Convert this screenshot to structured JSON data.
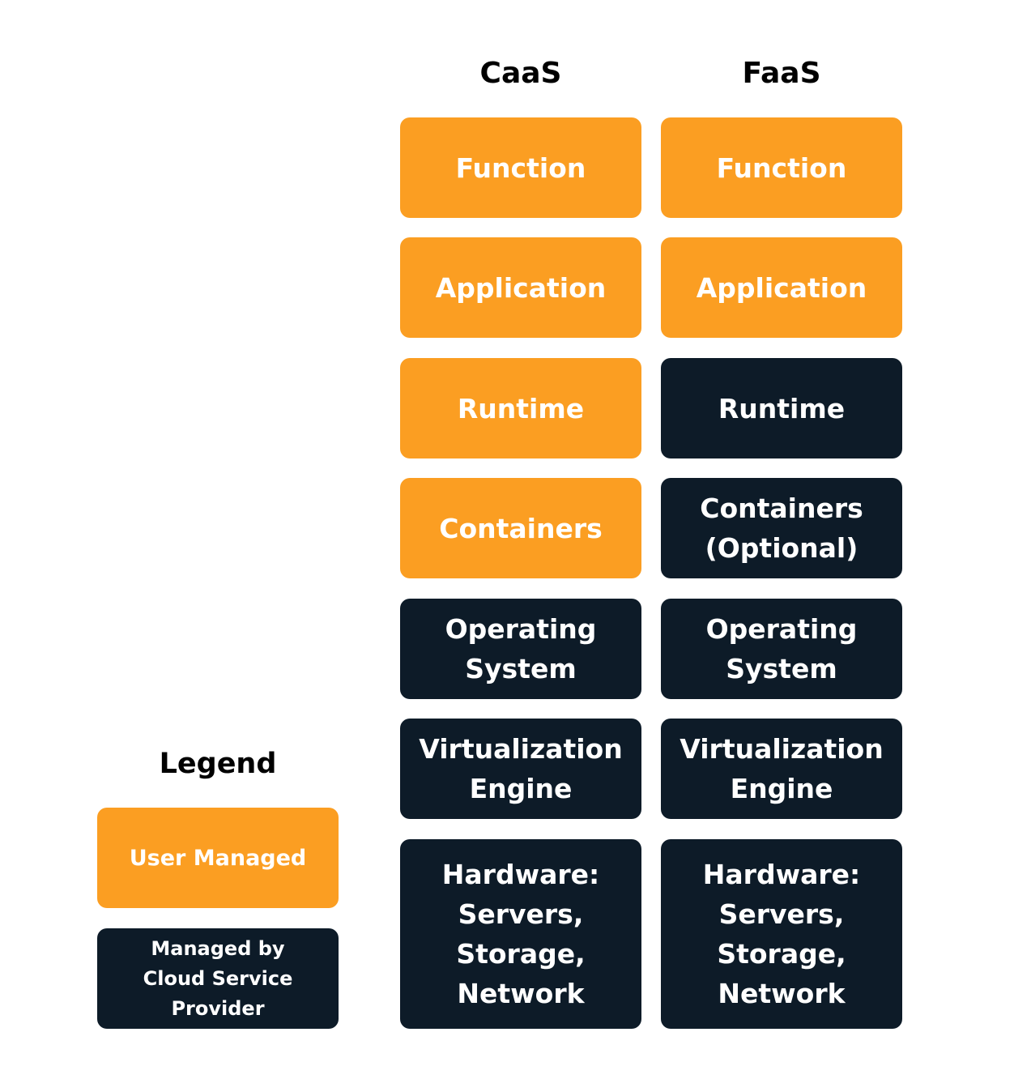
{
  "colors": {
    "user_managed": "#FB9E22",
    "provider_managed": "#0D1B28"
  },
  "columns": [
    {
      "title": "CaaS",
      "layers": [
        {
          "label": "Function",
          "managed_by": "user"
        },
        {
          "label": "Application",
          "managed_by": "user"
        },
        {
          "label": "Runtime",
          "managed_by": "user"
        },
        {
          "label": "Containers",
          "managed_by": "user"
        },
        {
          "label": "Operating\nSystem",
          "managed_by": "provider"
        },
        {
          "label": "Virtualization\nEngine",
          "managed_by": "provider"
        },
        {
          "label": "Hardware:\nServers,\nStorage,\nNetwork",
          "managed_by": "provider"
        }
      ]
    },
    {
      "title": "FaaS",
      "layers": [
        {
          "label": "Function",
          "managed_by": "user"
        },
        {
          "label": "Application",
          "managed_by": "user"
        },
        {
          "label": "Runtime",
          "managed_by": "provider"
        },
        {
          "label": "Containers\n(Optional)",
          "managed_by": "provider"
        },
        {
          "label": "Operating\nSystem",
          "managed_by": "provider"
        },
        {
          "label": "Virtualization\nEngine",
          "managed_by": "provider"
        },
        {
          "label": "Hardware:\nServers,\nStorage,\nNetwork",
          "managed_by": "provider"
        }
      ]
    }
  ],
  "legend": {
    "title": "Legend",
    "items": [
      {
        "label": "User Managed",
        "managed_by": "user"
      },
      {
        "label": "Managed by\nCloud Service\nProvider",
        "managed_by": "provider"
      }
    ]
  }
}
